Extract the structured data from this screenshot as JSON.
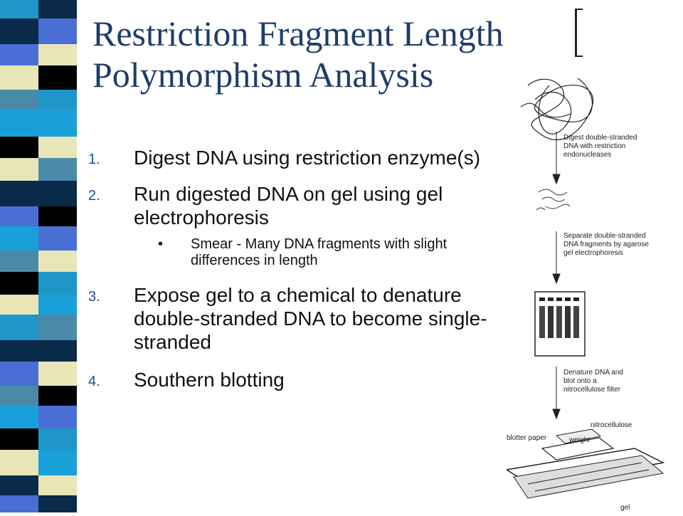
{
  "slide": {
    "title_line1": "Restriction Fragment Length",
    "title_line2": "Polymorphism Analysis"
  },
  "steps": [
    {
      "number": "1.",
      "text": "Digest DNA using restriction enzyme(s)"
    },
    {
      "number": "2.",
      "text": "Run digested DNA on gel using gel electrophoresis",
      "subpoint": "Smear - Many DNA fragments with slight differences in length"
    },
    {
      "number": "3.",
      "text": "Expose gel to a chemical to denature double-stranded DNA to become single-stranded"
    },
    {
      "number": "4.",
      "text": "Southern blotting"
    }
  ],
  "figure": {
    "caption1": [
      "Digest double-stranded",
      "DNA with restriction",
      "endonucleases"
    ],
    "caption2": [
      "Separate double-stranded",
      "DNA fragments by agarose",
      "gel electrophoresis"
    ],
    "caption3": [
      "Denature DNA and",
      "blot onto a",
      "nitrocellulose filter"
    ],
    "label_blotter": "blotter paper",
    "label_nitro": "nitrocellulose",
    "label_weight": "weight",
    "label_gel": "gel"
  },
  "colors": {
    "title": "#1f3d6b",
    "number": "#1f4e9a",
    "stripe_palette": [
      "#2196c8",
      "#0a2a4a",
      "#4a6fd4",
      "#e8e6b8",
      "#4a8aa8",
      "#1aa0d8",
      "#000000"
    ]
  }
}
